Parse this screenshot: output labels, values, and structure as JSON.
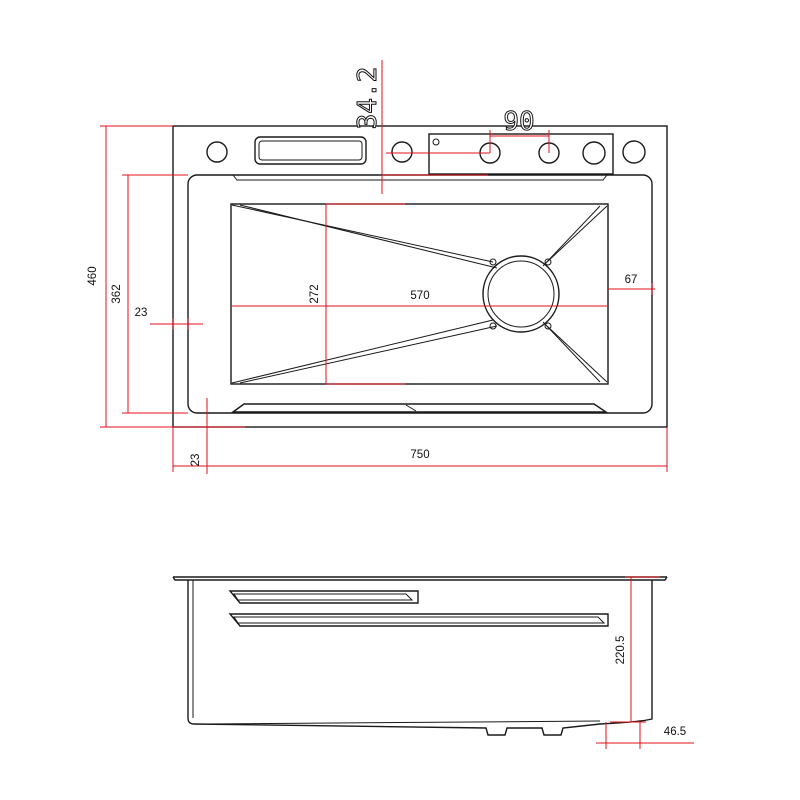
{
  "colors": {
    "outline": "#1a1a1a",
    "dimension_line": "#e0121b",
    "text": "#111111",
    "background": "#ffffff"
  },
  "top_view": {
    "dimensions": {
      "overall_height": "460",
      "bowl_outer_height": "362",
      "side_rim": "23",
      "bowl_inner_height": "272",
      "bowl_inner_width": "570",
      "right_offset": "67",
      "bottom_rim": "23",
      "overall_width": "750",
      "tap_hole_offset": "34.2",
      "tap_hole_spacing": "90"
    }
  },
  "side_view": {
    "dimensions": {
      "depth": "220.5",
      "drain_offset": "46.5"
    }
  }
}
